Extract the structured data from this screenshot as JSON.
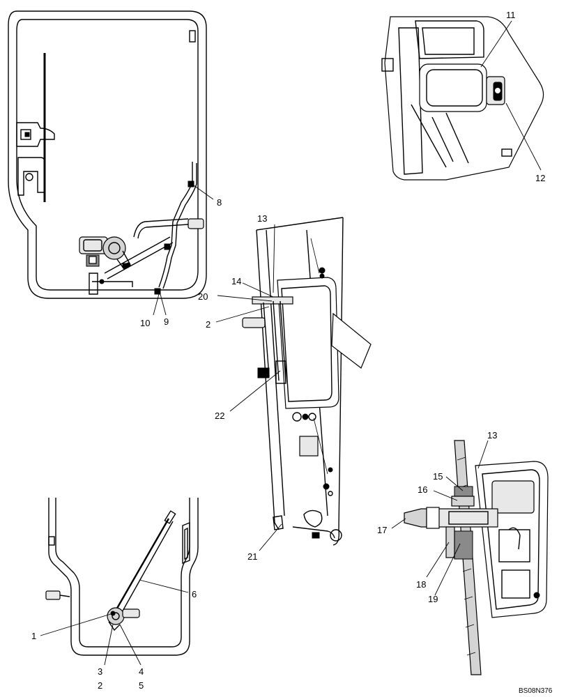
{
  "document_id": "BS08N376",
  "views": {
    "door_overview": {
      "callouts": [
        "8",
        "9",
        "10"
      ]
    },
    "motor_housing_detail": {
      "callouts": [
        "11",
        "12"
      ]
    },
    "door_section": {
      "callouts": [
        "13",
        "14",
        "20",
        "2",
        "22",
        "21"
      ]
    },
    "wiper_arm_detail": {
      "callouts": [
        "1",
        "3",
        "2",
        "4",
        "5",
        "6"
      ]
    },
    "mounting_section": {
      "callouts": [
        "13",
        "15",
        "16",
        "17",
        "18",
        "19"
      ]
    }
  }
}
